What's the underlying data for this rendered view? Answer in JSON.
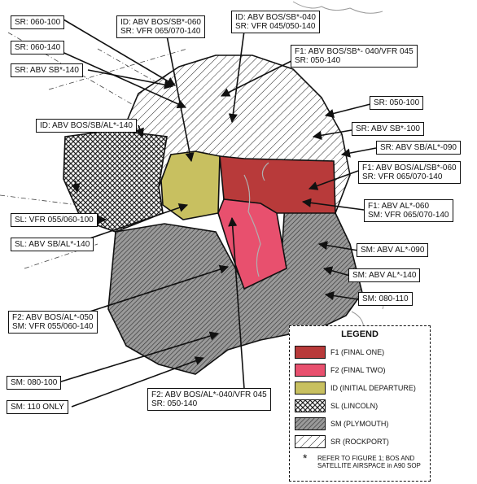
{
  "labels": [
    {
      "id": "sr-060-100",
      "lines": [
        "SR: 060-100"
      ]
    },
    {
      "id": "sr-060-140",
      "lines": [
        "SR: 060-140"
      ]
    },
    {
      "id": "sr-abv-sb-140",
      "lines": [
        "SR: ABV SB*-140"
      ]
    },
    {
      "id": "id-abv-bos-sb-060",
      "lines": [
        "ID: ABV BOS/SB*-060",
        "SR: VFR 065/070-140"
      ]
    },
    {
      "id": "id-abv-bos-sb-040",
      "lines": [
        "ID: ABV BOS/SB*-040",
        "SR: VFR 045/050-140"
      ]
    },
    {
      "id": "f1-abv-bos-sb-040",
      "lines": [
        "F1: ABV BOS/SB*- 040/VFR 045",
        "SR: 050-140"
      ]
    },
    {
      "id": "id-abv-bos-sb-al-140",
      "lines": [
        "ID: ABV BOS/SB/AL*-140"
      ]
    },
    {
      "id": "sr-050-100",
      "lines": [
        "SR: 050-100"
      ]
    },
    {
      "id": "sr-abv-sb-100",
      "lines": [
        "SR: ABV SB*-100"
      ]
    },
    {
      "id": "sr-abv-sb-al-090",
      "lines": [
        "SR: ABV SB/AL*-090"
      ]
    },
    {
      "id": "f1-abv-bos-al-sb-060",
      "lines": [
        "F1: ABV BOS/AL/SB*-060",
        "SR: VFR 065/070-140"
      ]
    },
    {
      "id": "f1-abv-al-060",
      "lines": [
        "F1: ABV AL*-060",
        "SM: VFR 065/070-140"
      ]
    },
    {
      "id": "sl-vfr-055",
      "lines": [
        "SL: VFR 055/060-100"
      ]
    },
    {
      "id": "sl-abv-sb-al-140",
      "lines": [
        "SL: ABV SB/AL*-140"
      ]
    },
    {
      "id": "sm-abv-al-090",
      "lines": [
        "SM: ABV AL*-090"
      ]
    },
    {
      "id": "sm-abv-al-140",
      "lines": [
        "SM: ABV AL*-140"
      ]
    },
    {
      "id": "sm-080-110",
      "lines": [
        "SM: 080-110"
      ]
    },
    {
      "id": "f2-abv-bos-al-050",
      "lines": [
        "F2: ABV BOS/AL*-050",
        "SM: VFR 055/060-140"
      ]
    },
    {
      "id": "sm-080-100",
      "lines": [
        "SM: 080-100"
      ]
    },
    {
      "id": "sm-110-only",
      "lines": [
        "SM: 110 ONLY"
      ]
    },
    {
      "id": "f2-abv-bos-al-040",
      "lines": [
        "F2: ABV BOS/AL*-040/VFR 045",
        "SR: 050-140"
      ]
    }
  ],
  "legend": {
    "title": "LEGEND",
    "items": [
      {
        "label": "F1 (FINAL ONE)",
        "color": "#b83a3a",
        "pattern": "solid"
      },
      {
        "label": "F2 (FINAL TWO)",
        "color": "#e8506e",
        "pattern": "solid"
      },
      {
        "label": "ID (INITIAL DEPARTURE)",
        "color": "#c8c060",
        "pattern": "solid"
      },
      {
        "label": "SL (LINCOLN)",
        "color": "#555555",
        "pattern": "crosshatch"
      },
      {
        "label": "SM (PLYMOUTH)",
        "color": "#888888",
        "pattern": "dense-hatch"
      },
      {
        "label": "SR (ROCKPORT)",
        "color": "#ffffff",
        "pattern": "diagonal-hatch"
      }
    ],
    "note_symbol": "*",
    "note": "REFER TO FIGURE 1; BOS AND SATELLITE AIRSPACE in A90 SOP"
  },
  "colors": {
    "f1": "#b83a3a",
    "f2": "#e8506e",
    "id": "#c8c060",
    "sl": "#555555",
    "sm": "#8a8a8a",
    "sr": "#ffffff"
  }
}
